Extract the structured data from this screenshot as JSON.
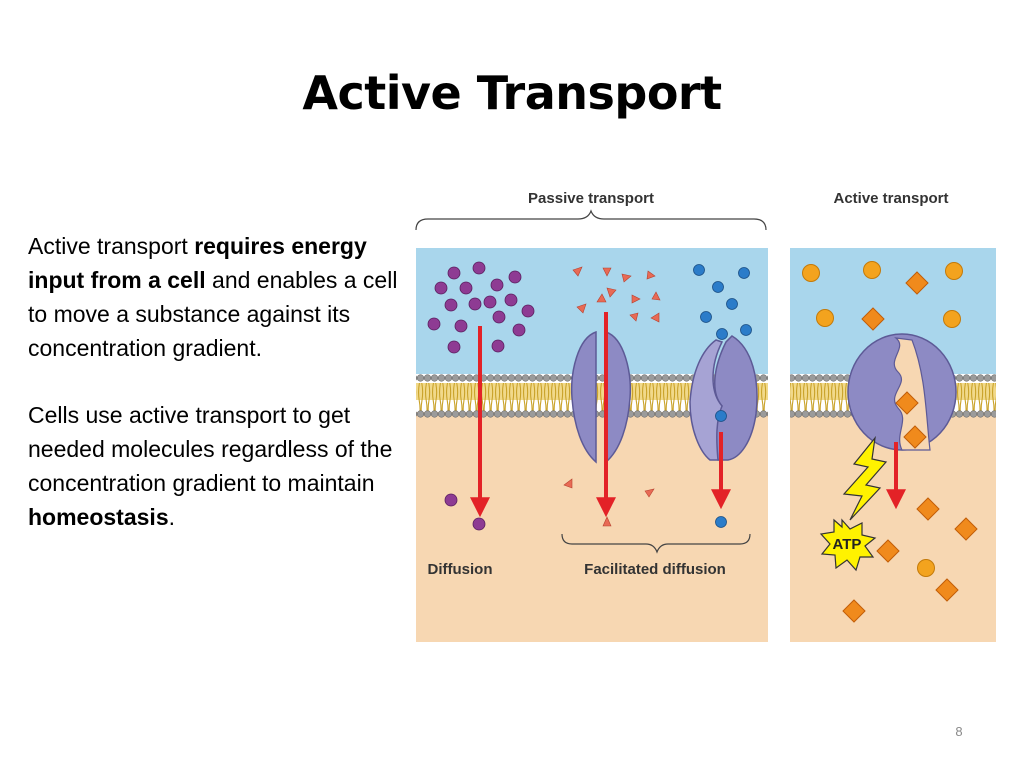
{
  "slide": {
    "title": "Active Transport",
    "paragraph1": {
      "p1": "Active transport ",
      "b1": "requires energy input from a cell",
      "p2": " and enables a cell to move a substance against its concentration gradient."
    },
    "paragraph2": {
      "p1": "Cells use active transport to get needed molecules regardless of the concentration gradient to maintain ",
      "b1": "homeostasis",
      "p2": "."
    },
    "slide_number": "8"
  },
  "figure": {
    "passive_header": "Passive transport",
    "active_header": "Active transport",
    "diffusion_label": "Diffusion",
    "facilitated_label": "Facilitated diffusion",
    "atp_label": "ATP",
    "colors": {
      "extracellular": "#a9d6ec",
      "cytoplasm": "#f7d7b2",
      "lipid_head": "#9b9b9b",
      "lipid_tail": "#e4c24a",
      "protein": "#8d8ac4",
      "arrow": "#e32227",
      "molecule_purple": "#8e3b93",
      "molecule_red": "#e86a55",
      "molecule_blue": "#2b7cc9",
      "molecule_orange": "#f3a31e",
      "atp_burst": "#fff200"
    }
  }
}
